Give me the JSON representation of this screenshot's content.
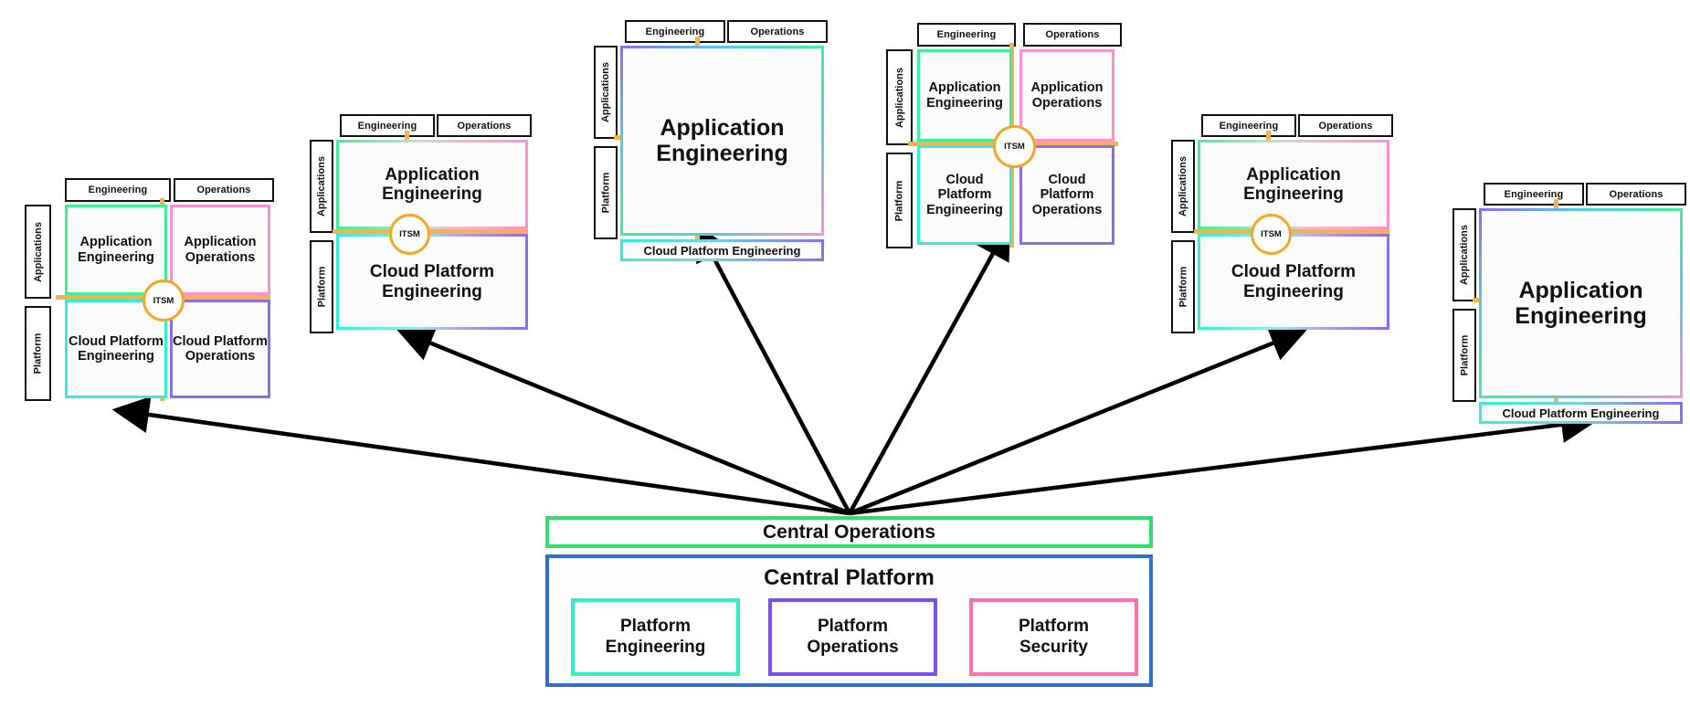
{
  "labels": {
    "col_engineering": "Engineering",
    "col_operations": "Operations",
    "row_applications": "Applications",
    "row_platform": "Platform",
    "itsm": "ITSM",
    "application_engineering": "Application Engineering",
    "application_operations": "Application Operations",
    "cloud_platform_engineering": "Cloud Platform Engineering",
    "cloud_platform_operations": "Cloud Platform Operations"
  },
  "colors": {
    "app_engineering": "#3ef09a",
    "app_operations": "#ff8fd0",
    "cloud_platform_engineering": "#2ff0dc",
    "cloud_platform_operations": "#8a6df0",
    "itsm": "#f5a623",
    "central_operations": "#2fe06a",
    "central_platform": "#2f6fd0",
    "platform_engineering": "#2ff0c8",
    "platform_operations": "#7b4ef0",
    "platform_security": "#ff6fb5",
    "outline": "#111111"
  },
  "models": [
    {
      "id": "model-1-four-quadrants",
      "variant": "four-cells",
      "cells": {
        "top_left": "Application Engineering",
        "top_right": "Application Operations",
        "bottom_left": "Cloud Platform Engineering",
        "bottom_right": "Cloud Platform Operations"
      }
    },
    {
      "id": "model-2-row-merged",
      "variant": "rows-merged",
      "cells": {
        "top": "Application Engineering",
        "bottom": "Cloud Platform Engineering"
      }
    },
    {
      "id": "model-3-full-merge-with-platform-bar",
      "variant": "full-merge-bar",
      "cells": {
        "main": "Application Engineering",
        "bar": "Cloud Platform Engineering"
      }
    },
    {
      "id": "model-4-four-quadrants",
      "variant": "four-cells",
      "cells": {
        "top_left": "Application Engineering",
        "top_right": "Application Operations",
        "bottom_left": "Cloud Platform Engineering",
        "bottom_right": "Cloud Platform Operations"
      }
    },
    {
      "id": "model-5-row-merged",
      "variant": "rows-merged",
      "cells": {
        "top": "Application Engineering",
        "bottom": "Cloud Platform Engineering"
      }
    },
    {
      "id": "model-6-full-merge-with-platform-bar",
      "variant": "full-merge-bar",
      "cells": {
        "main": "Application Engineering",
        "bar": "Cloud Platform Engineering"
      }
    }
  ],
  "central": {
    "operations_label": "Central Operations",
    "platform_title": "Central Platform",
    "platform_boxes": [
      {
        "line1": "Platform",
        "line2": "Engineering"
      },
      {
        "line1": "Platform",
        "line2": "Operations"
      },
      {
        "line1": "Platform",
        "line2": "Security"
      }
    ]
  }
}
